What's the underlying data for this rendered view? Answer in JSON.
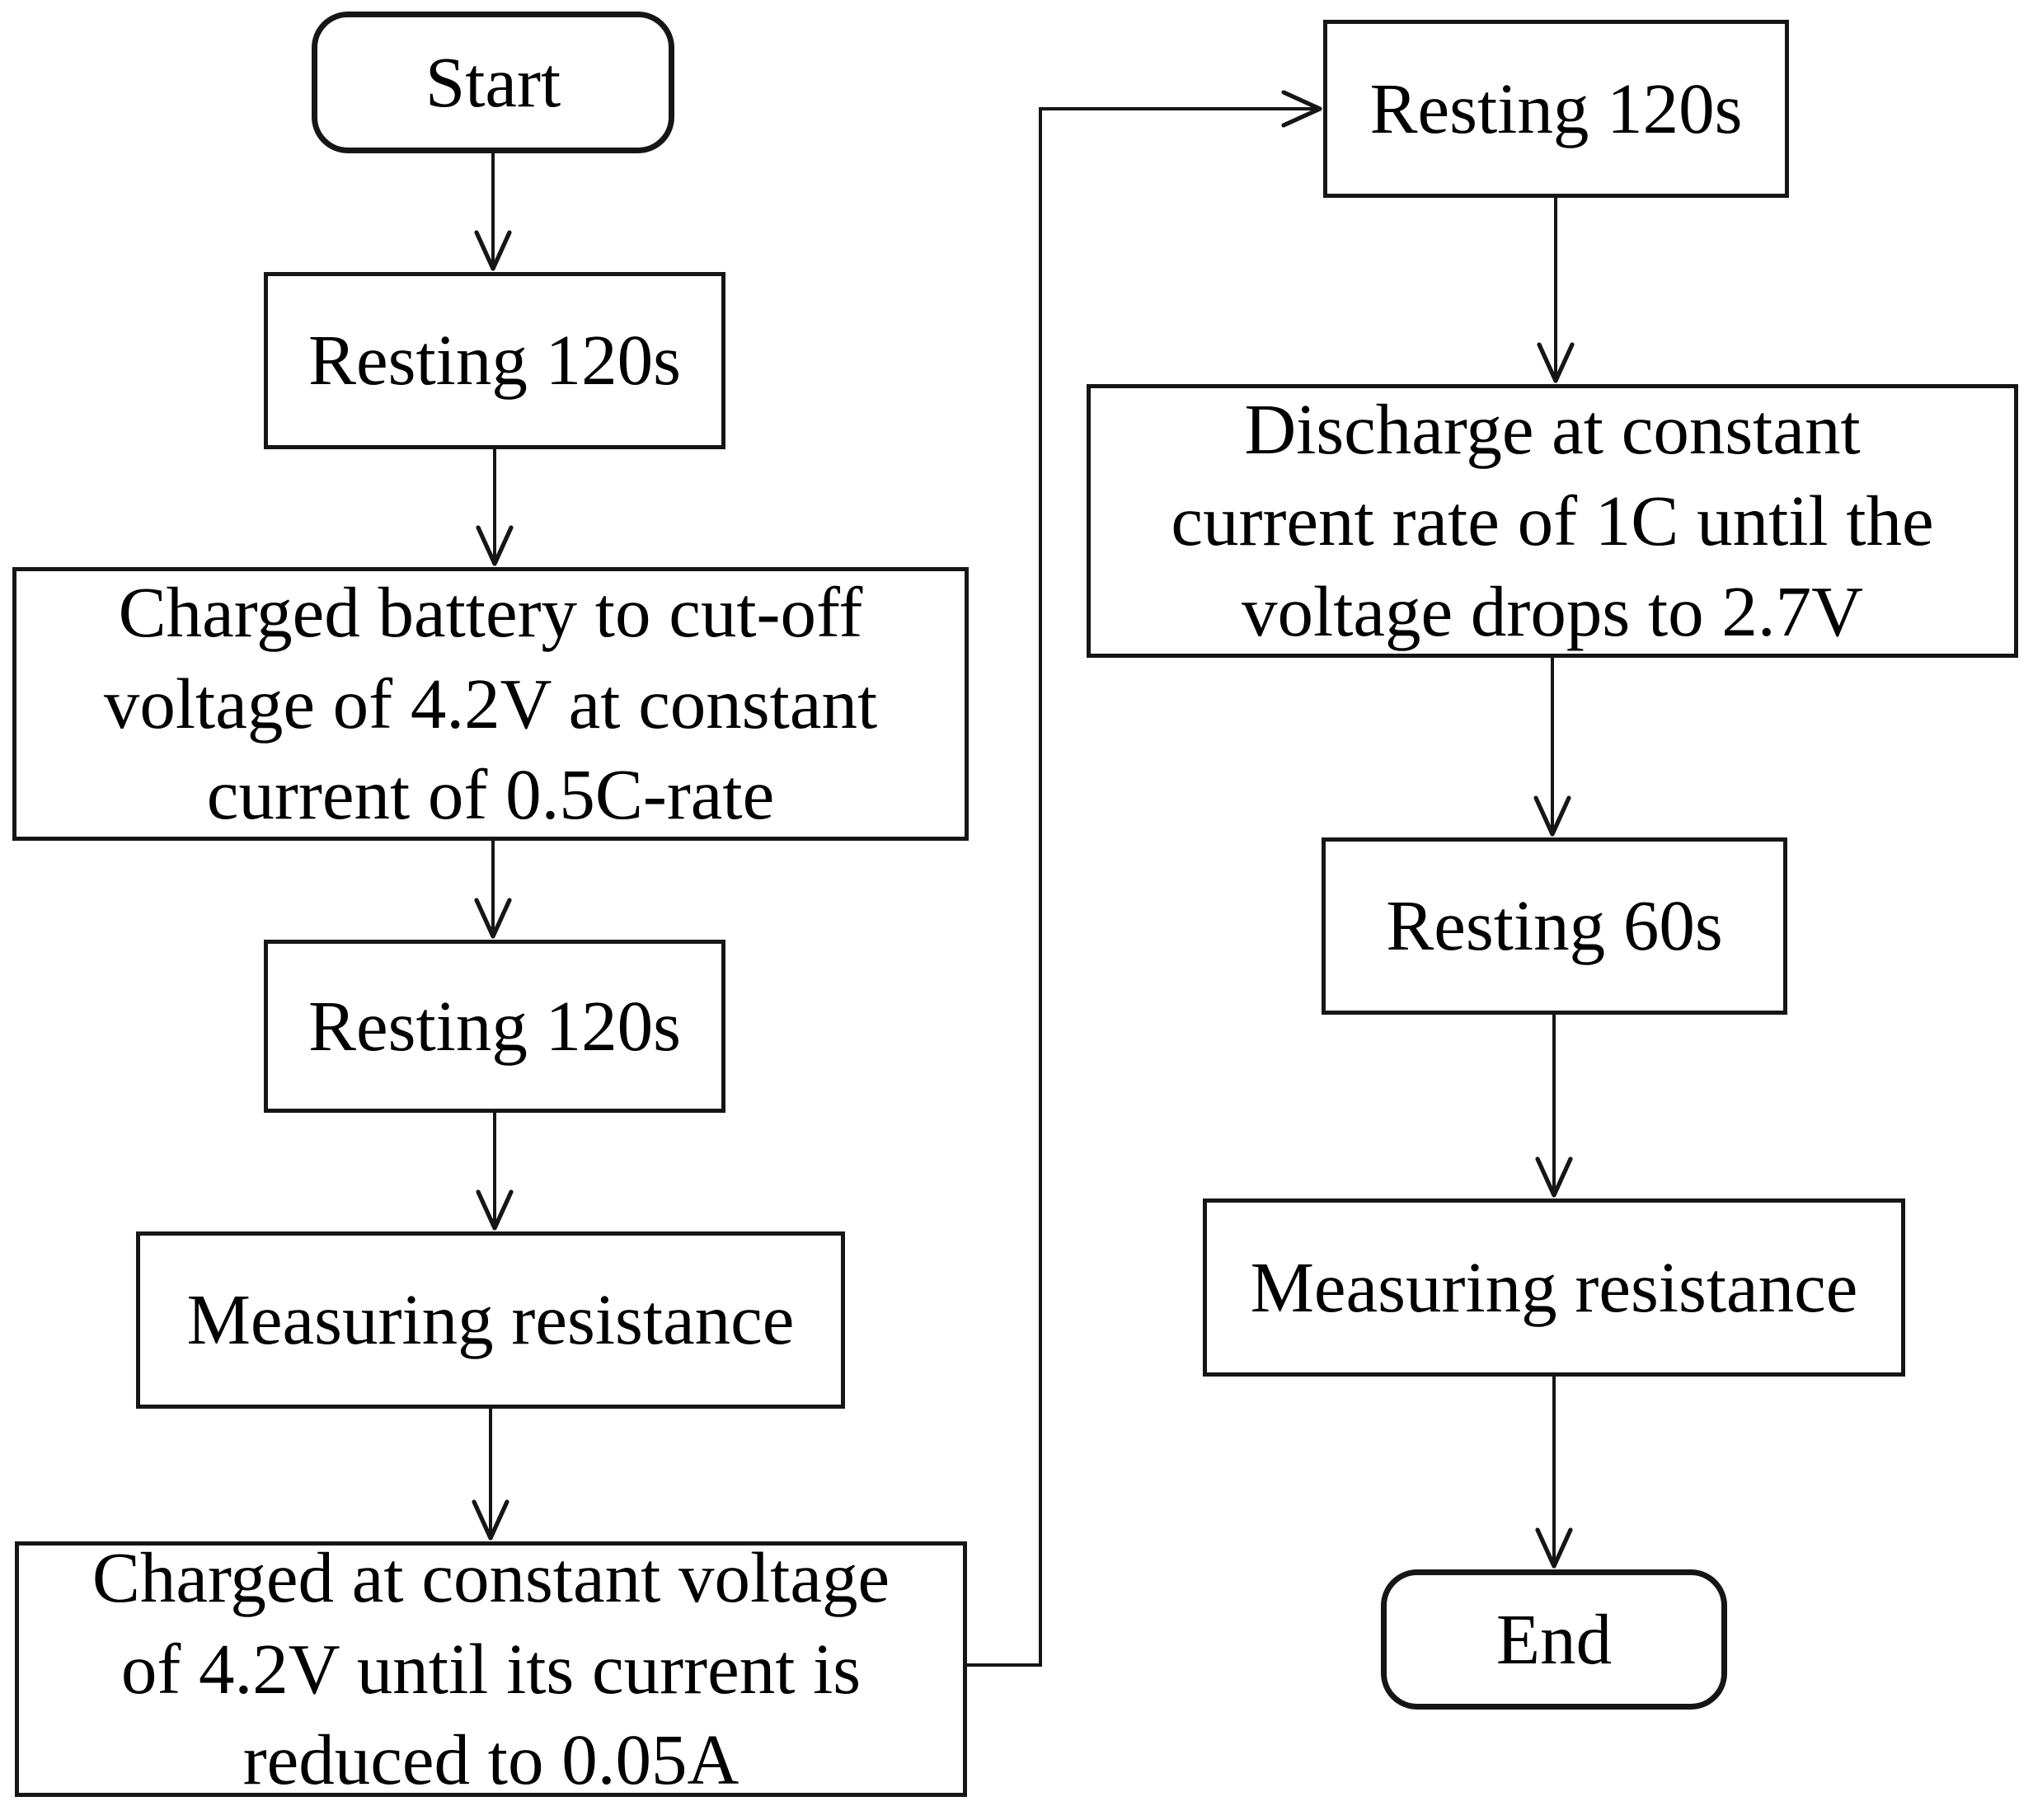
{
  "flowchart": {
    "colors": {
      "line": "#161616",
      "box_fill": "#ffffff",
      "text": "#000000",
      "background": "#ffffff"
    },
    "nodes": {
      "start": {
        "shape": "terminator",
        "label": "Start"
      },
      "rest1": {
        "shape": "process",
        "label": "Resting 120s"
      },
      "charge_cc": {
        "shape": "process",
        "label": "Charged battery to cut-off voltage of 4.2V at constant current of 0.5C-rate",
        "lines": [
          "Charged battery to cut-off",
          "voltage of 4.2V at constant",
          "current of 0.5C-rate"
        ]
      },
      "rest2": {
        "shape": "process",
        "label": "Resting 120s"
      },
      "measure1": {
        "shape": "process",
        "label": "Measuring resistance"
      },
      "charge_cv": {
        "shape": "process",
        "label": "Charged at constant voltage of 4.2V until its current is reduced to 0.05A",
        "lines": [
          "Charged at constant voltage",
          "of 4.2V until its current is",
          "reduced to 0.05A"
        ]
      },
      "rest3": {
        "shape": "process",
        "label": "Resting 120s"
      },
      "discharge": {
        "shape": "process",
        "label": "Discharge at constant current rate of 1C until the voltage drops to 2.7V",
        "lines": [
          "Discharge at constant",
          "current rate of 1C until the",
          "voltage drops to 2.7V"
        ]
      },
      "rest4": {
        "shape": "process",
        "label": "Resting 60s"
      },
      "measure2": {
        "shape": "process",
        "label": "Measuring resistance"
      },
      "end": {
        "shape": "terminator",
        "label": "End"
      }
    },
    "edges": [
      {
        "from": "start",
        "to": "rest1"
      },
      {
        "from": "rest1",
        "to": "charge_cc"
      },
      {
        "from": "charge_cc",
        "to": "rest2"
      },
      {
        "from": "rest2",
        "to": "measure1"
      },
      {
        "from": "measure1",
        "to": "charge_cv"
      },
      {
        "from": "charge_cv",
        "to": "rest3"
      },
      {
        "from": "rest3",
        "to": "discharge"
      },
      {
        "from": "discharge",
        "to": "rest4"
      },
      {
        "from": "rest4",
        "to": "measure2"
      },
      {
        "from": "measure2",
        "to": "end"
      }
    ]
  }
}
